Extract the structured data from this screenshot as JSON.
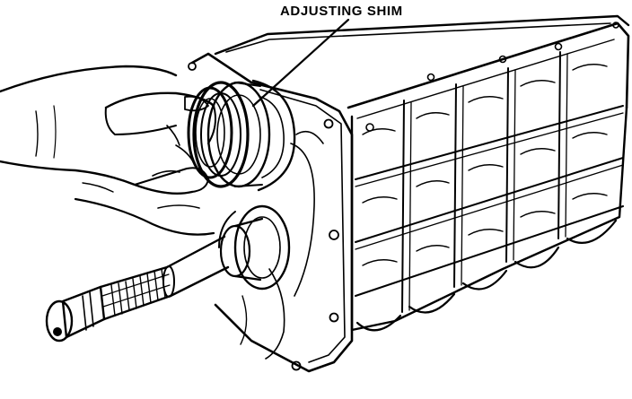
{
  "figure": {
    "callout": {
      "label": "ADJUSTING SHIM"
    },
    "parts": [
      "transmission-case",
      "adjusting-shim",
      "bearing",
      "input-shaft",
      "splined-shaft",
      "hand"
    ],
    "colors": {
      "ink": "#000000",
      "background": "#ffffff"
    }
  }
}
